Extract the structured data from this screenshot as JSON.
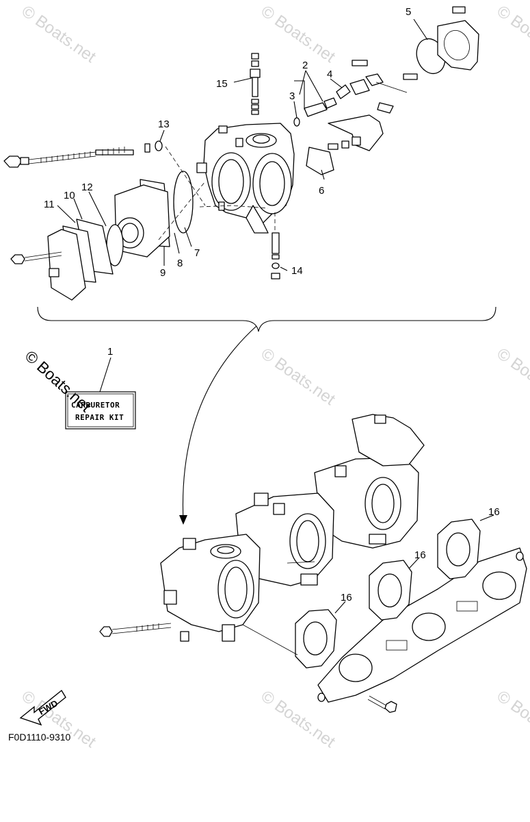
{
  "callouts": {
    "c1": "1",
    "c2": "2",
    "c3": "3",
    "c4": "4",
    "c5": "5",
    "c6": "6",
    "c7": "7",
    "c8": "8",
    "c9": "9",
    "c10": "10",
    "c11": "11",
    "c12": "12",
    "c13": "13",
    "c14": "14",
    "c15": "15",
    "c16a": "16",
    "c16b": "16",
    "c16c": "16"
  },
  "kit_label": {
    "line1": "CARBURETOR",
    "line2": "REPAIR KIT"
  },
  "fwd_label": "FWD",
  "figure_code": "F0D1110-9310",
  "watermark": "© Boats.net",
  "copyright_overlay": "© Boats.net"
}
